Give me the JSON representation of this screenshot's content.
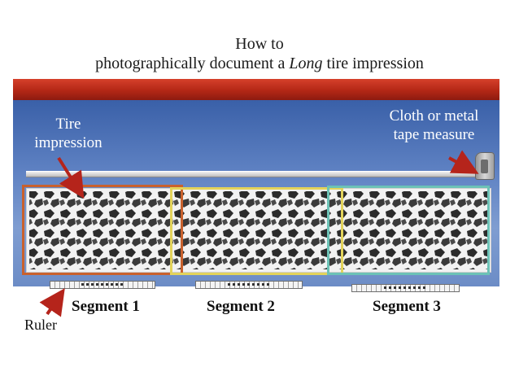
{
  "title": {
    "line1": "How to",
    "line2_before": "photographically document a ",
    "line2_emphasis": "Long",
    "line2_after": " tire impression"
  },
  "labels": {
    "tire_impression_line1": "Tire",
    "tire_impression_line2": "impression",
    "tape_line1": "Cloth or metal",
    "tape_line2": "tape measure",
    "ruler": "Ruler"
  },
  "segments": [
    {
      "label": "Segment 1",
      "color": "#c9612d"
    },
    {
      "label": "Segment 2",
      "color": "#e3d35a"
    },
    {
      "label": "Segment 3",
      "color": "#6cc2b6"
    }
  ],
  "colors": {
    "panel_top": "#2f56a0",
    "red_bar": "#b32716",
    "arrow": "#b5241b"
  }
}
